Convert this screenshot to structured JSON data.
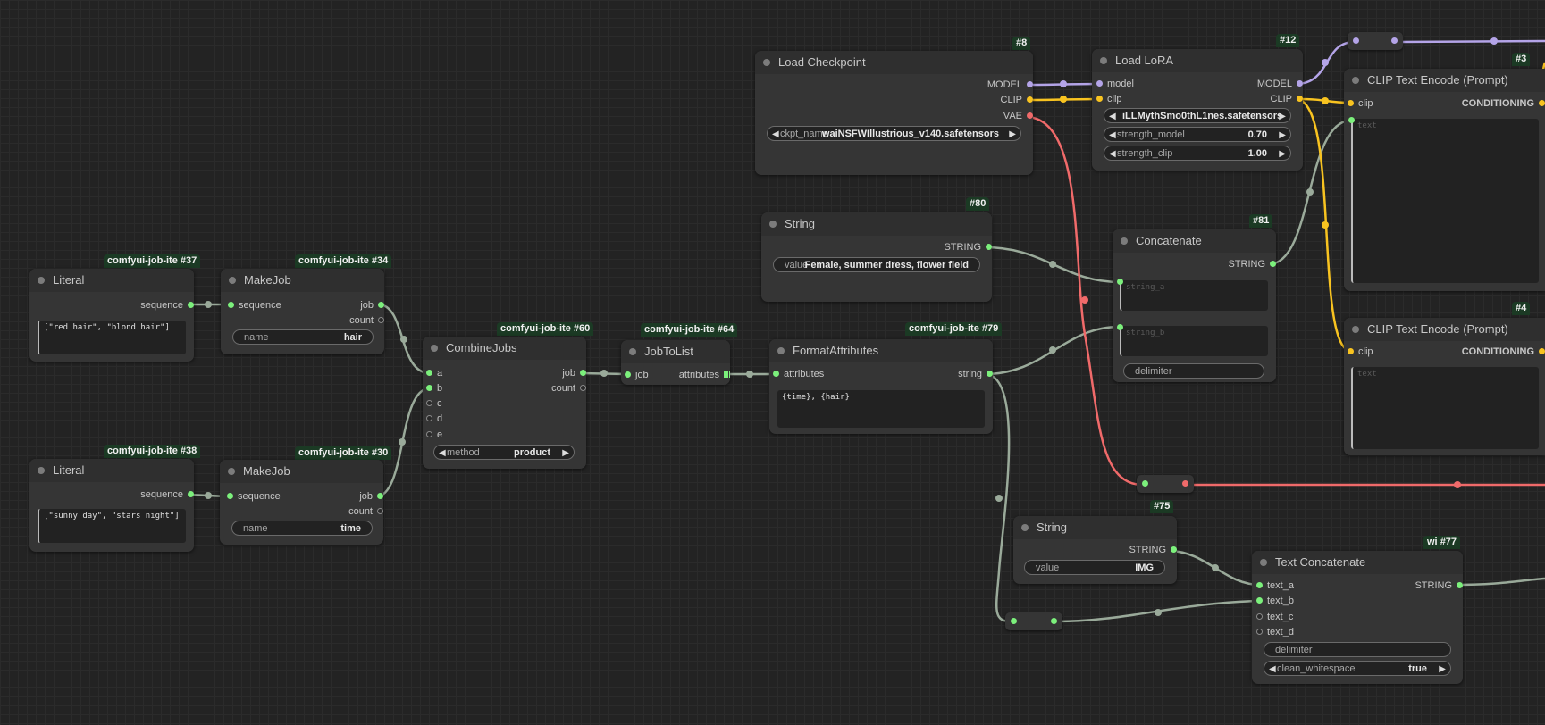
{
  "colors": {
    "model_link": "#b4a4e8",
    "clip_link": "#f8c320",
    "vae_link": "#f06a6a",
    "string_link": "#9aaa9a",
    "canvas": "#232323",
    "node": "#353535",
    "badge": "#1b3a24"
  },
  "nodes": {
    "n37": {
      "badge": "comfyui-job-ite",
      "id": "#37",
      "title": "Literal",
      "out_sequence": "sequence",
      "text": "[\"red hair\", \"blond hair\"]"
    },
    "n38": {
      "badge": "comfyui-job-ite",
      "id": "#38",
      "title": "Literal",
      "out_sequence": "sequence",
      "text": "[\"sunny day\", \"stars night\"]"
    },
    "n34": {
      "badge": "comfyui-job-ite",
      "id": "#34",
      "title": "MakeJob",
      "in_sequence": "sequence",
      "out_job": "job",
      "out_count": "count",
      "name_label": "name",
      "name_value": "hair"
    },
    "n30": {
      "badge": "comfyui-job-ite",
      "id": "#30",
      "title": "MakeJob",
      "in_sequence": "sequence",
      "out_job": "job",
      "out_count": "count",
      "name_label": "name",
      "name_value": "time"
    },
    "n60": {
      "badge": "comfyui-job-ite",
      "id": "#60",
      "title": "CombineJobs",
      "in_a": "a",
      "in_b": "b",
      "in_c": "c",
      "in_d": "d",
      "in_e": "e",
      "out_job": "job",
      "out_count": "count",
      "method_label": "method",
      "method_value": "product"
    },
    "n64": {
      "badge": "comfyui-job-ite",
      "id": "#64",
      "title": "JobToList",
      "in_job": "job",
      "out_attributes": "attributes"
    },
    "n79": {
      "badge": "comfyui-job-ite",
      "id": "#79",
      "title": "FormatAttributes",
      "in_attributes": "attributes",
      "out_string": "string",
      "text": "{time}, {hair}"
    },
    "n80": {
      "id": "#80",
      "title": "String",
      "out": "STRING",
      "value_label": "value",
      "value": "Female, summer dress, flower field"
    },
    "n8": {
      "id": "#8",
      "title": "Load Checkpoint",
      "out_model": "MODEL",
      "out_clip": "CLIP",
      "out_vae": "VAE",
      "ckpt_label": "ckpt_name",
      "ckpt_value": "waiNSFWIllustrious_v140.safetensors"
    },
    "n12": {
      "id": "#12",
      "title": "Load LoRA",
      "in_model": "model",
      "in_clip": "clip",
      "out_model": "MODEL",
      "out_clip": "CLIP",
      "lora_value": "iLLMythSmo0thL1nes.safetensors",
      "sm_label": "strength_model",
      "sm_value": "0.70",
      "sc_label": "strength_clip",
      "sc_value": "1.00"
    },
    "n81": {
      "id": "#81",
      "title": "Concatenate",
      "out": "STRING",
      "ph_a": "string_a",
      "ph_b": "string_b",
      "delim_label": "delimiter"
    },
    "n3": {
      "id": "#3",
      "title": "CLIP Text Encode (Prompt)",
      "in_clip": "clip",
      "out": "CONDITIONING",
      "ph": "text"
    },
    "n4": {
      "id": "#4",
      "title": "CLIP Text Encode (Prompt)",
      "in_clip": "clip",
      "out": "CONDITIONING",
      "ph": "text"
    },
    "n75": {
      "id": "#75",
      "title": "String",
      "out": "STRING",
      "value_label": "value",
      "value": "IMG"
    },
    "n77": {
      "badge": "wi",
      "id": "#77",
      "title": "Text Concatenate",
      "in_a": "text_a",
      "in_b": "text_b",
      "in_c": "text_c",
      "in_d": "text_d",
      "out": "STRING",
      "delim_label": "delimiter",
      "delim_value": "_",
      "cw_label": "clean_whitespace",
      "cw_value": "true"
    }
  }
}
